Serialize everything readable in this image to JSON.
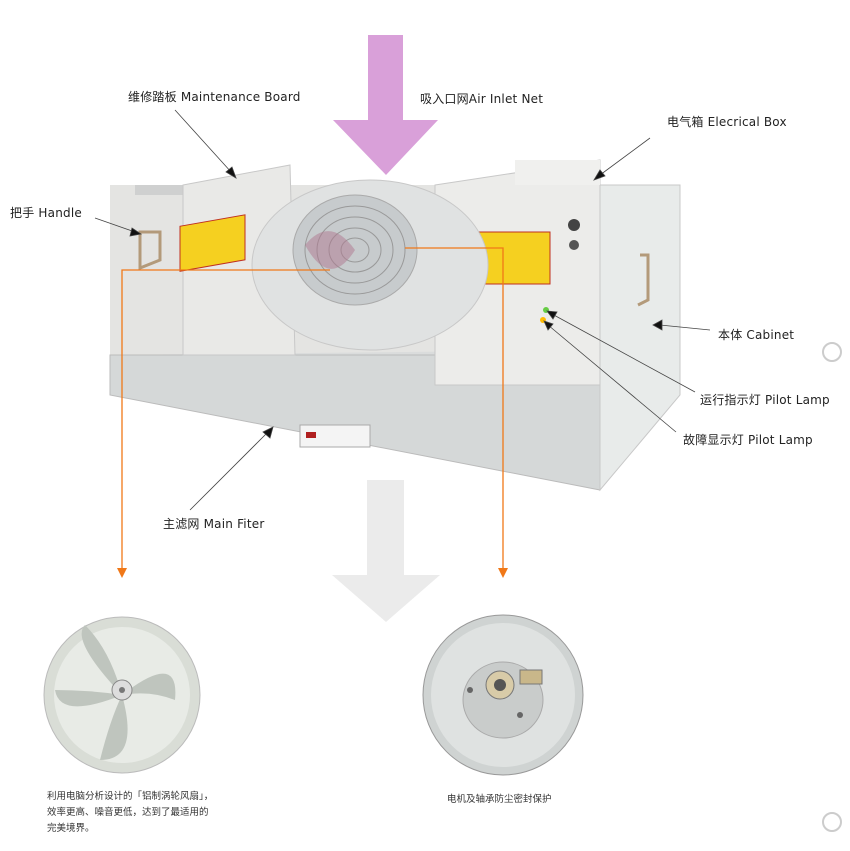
{
  "labels": {
    "maintenance_board": "维修踏板  Maintenance Board",
    "air_inlet": "吸入口网Air Inlet Net",
    "electrical_box": "电气箱  Elecrical Box",
    "handle": "把手  Handle",
    "cabinet": "本体  Cabinet",
    "pilot_lamp_run": "运行指示灯  Pilot Lamp",
    "pilot_lamp_fault": "故障显示灯  Pilot Lamp",
    "main_filter": "主滤网  Main Fiter"
  },
  "captions": {
    "fan": [
      "利用电脑分析设计的「铝制涡轮风扇」，",
      "效率更高、噪音更低，达到了最适用的",
      "完美境界。"
    ],
    "motor": "电机及轴承防尘密封保护"
  },
  "colors": {
    "inlet_arrow": "#d9a0d9",
    "outlet_arrow": "#e8e8e8",
    "leader_orange": "#f07818",
    "warning_label": "#f5d020"
  }
}
